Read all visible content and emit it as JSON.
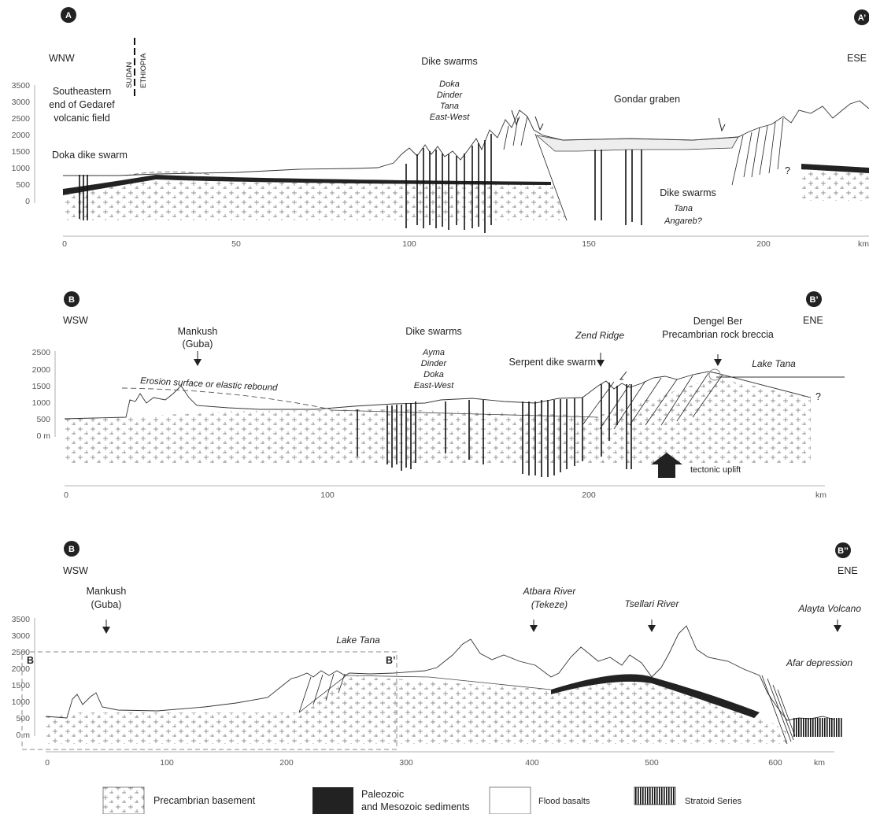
{
  "panels": [
    {
      "badge_left": "A",
      "badge_right": "A’",
      "dir_left": "WNW",
      "dir_right": "ESE",
      "border": [
        "SUDAN",
        "ETHIOPIA"
      ],
      "y_ticks": [
        "3500",
        "3000",
        "2500",
        "2000",
        "1500",
        "1000",
        "500",
        "0"
      ],
      "x_ticks": [
        "0",
        "50",
        "100",
        "150",
        "200",
        "km"
      ],
      "labels": {
        "gedaref": [
          "Southeastern",
          "end of Gedaref",
          "volcanic field"
        ],
        "doka": "Doka dike swarm",
        "dike_swarms": "Dike swarms",
        "dike_names": [
          "Doka",
          "Dinder",
          "Tana",
          "East-West"
        ],
        "gondar": "Gondar graben",
        "dike_swarms_2": "Dike swarms",
        "dike_names_2": [
          "Tana",
          "Angareb?"
        ],
        "question": "?"
      }
    },
    {
      "badge_left": "B",
      "badge_right": "B’",
      "dir_left": "WSW",
      "dir_right": "ENE",
      "y_ticks": [
        "2500",
        "2000",
        "1500",
        "1000",
        "500",
        "0 m"
      ],
      "x_ticks": [
        "0",
        "100",
        "200",
        "km"
      ],
      "labels": {
        "mankush": [
          "Mankush",
          "(Guba)"
        ],
        "erosion": "Erosion surface or elastic rebound",
        "dike_swarms": "Dike swarms",
        "dike_names": [
          "Ayma",
          "Dinder",
          "Doka",
          "East-West"
        ],
        "zend": "Zend Ridge",
        "serpent": "Serpent dike swarm",
        "dengel": [
          "Dengel Ber",
          "Precambrian rock breccia"
        ],
        "lake_tana": "Lake Tana",
        "uplift": "tectonic uplift",
        "question": "?"
      }
    },
    {
      "badge_left": "B",
      "badge_right": "B’’",
      "dir_left": "WSW",
      "dir_right": "ENE",
      "y_ticks": [
        "3500",
        "3000",
        "2500",
        "2000",
        "1500",
        "1000",
        "500",
        "0 m"
      ],
      "x_ticks": [
        "0",
        "100",
        "200",
        "300",
        "400",
        "500",
        "600",
        "km"
      ],
      "labels": {
        "mankush": [
          "Mankush",
          "(Guba)"
        ],
        "lake_tana": "Lake Tana",
        "box_b": "B",
        "box_b2": "B’",
        "atbara": [
          "Atbara River",
          "(Tekeze)"
        ],
        "tsellari": "Tsellari River",
        "alayta": "Alayta Volcano",
        "afar": "Afar depression"
      }
    }
  ],
  "legend": [
    {
      "name": "precambrian",
      "label": [
        "Precambrian basement"
      ]
    },
    {
      "name": "paleozoic",
      "label": [
        "Paleozoic",
        "and Mesozoic sediments"
      ]
    },
    {
      "name": "flood-basalts",
      "label": [
        "Flood basalts"
      ]
    },
    {
      "name": "stratoid",
      "label": [
        "Stratoid Series"
      ]
    }
  ]
}
